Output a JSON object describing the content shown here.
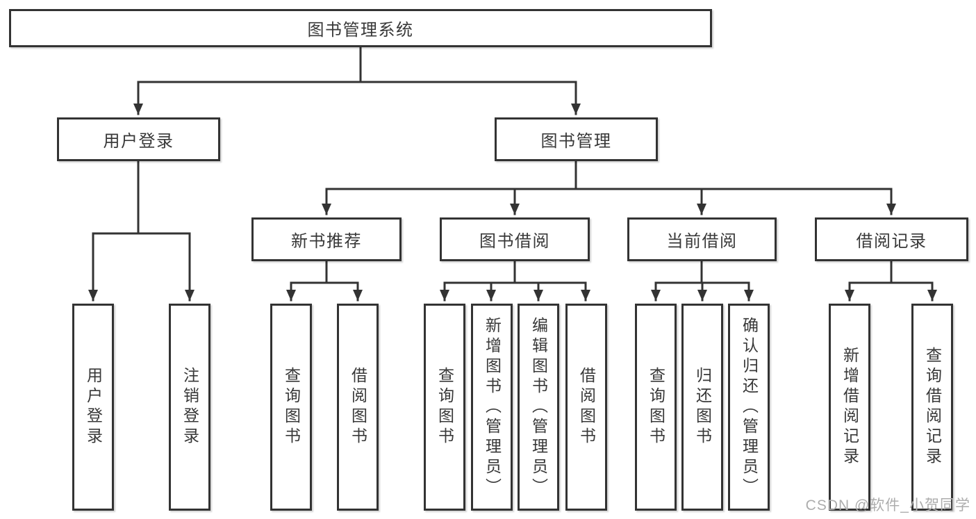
{
  "diagram_title": "图书管理系统",
  "tree": {
    "root": {
      "label": "图书管理系统"
    },
    "branches": [
      {
        "label": "用户登录",
        "children": [
          {
            "label": "用户登录"
          },
          {
            "label": "注销登录"
          }
        ]
      },
      {
        "label": "图书管理",
        "children": [
          {
            "label": "新书推荐",
            "children": [
              {
                "label": "查询图书"
              },
              {
                "label": "借阅图书"
              }
            ]
          },
          {
            "label": "图书借阅",
            "children": [
              {
                "label": "查询图书"
              },
              {
                "label": "新增图书（管理员）"
              },
              {
                "label": "编辑图书（管理员）"
              },
              {
                "label": "借阅图书"
              }
            ]
          },
          {
            "label": "当前借阅",
            "children": [
              {
                "label": "查询图书"
              },
              {
                "label": "归还图书"
              },
              {
                "label": "确认归还（管理员）"
              }
            ]
          },
          {
            "label": "借阅记录",
            "children": [
              {
                "label": "新增借阅记录"
              },
              {
                "label": "查询借阅记录"
              }
            ]
          }
        ]
      }
    ]
  },
  "watermark": {
    "text": "CSDN @软件_小贺同学"
  },
  "colors": {
    "line": "#333333",
    "node_border": "#333333",
    "node_fill": "#ffffff",
    "text": "#383838",
    "watermark": "#adadad",
    "background": "#ffffff"
  }
}
